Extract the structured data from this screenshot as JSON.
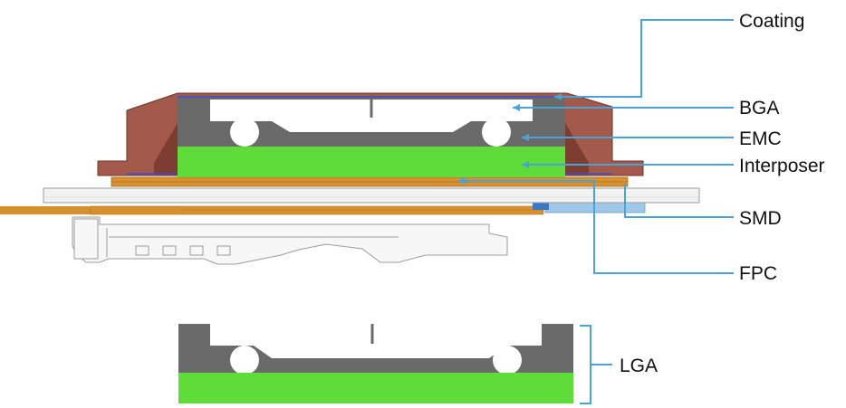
{
  "labels": {
    "coating": "Coating",
    "bga": "BGA",
    "emc": "EMC",
    "interposer": "Interposer",
    "smd": "SMD",
    "fpc": "FPC",
    "lga": "LGA"
  },
  "watermark": "",
  "colors": {
    "cover": "#a35a4a",
    "cover_dark": "#7e3d31",
    "emc_green": "#5fdc3a",
    "mold_gray": "#6a6a6a",
    "copper": "#d6902e",
    "board_white": "#f2f2f2",
    "frame_gray": "#d6d6d6",
    "callout_line": "#4aa3d8",
    "coating_line": "#3a4fd6"
  }
}
